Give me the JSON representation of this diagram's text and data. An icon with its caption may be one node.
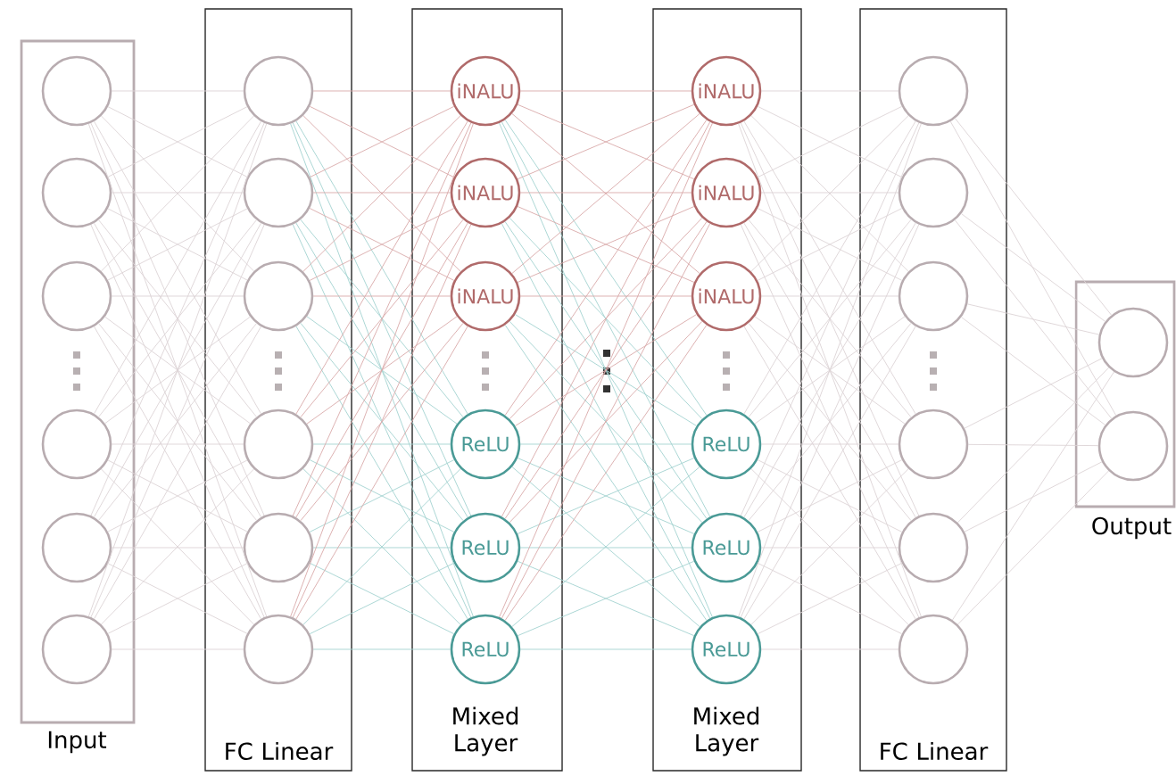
{
  "diagram": {
    "nodes": [
      {
        "text": [
          "Input"
        ]
      },
      {
        "text": [],
        "shape": "circle",
        "in": 0
      },
      {
        "text": [],
        "shape": "circle",
        "in": 0
      },
      {
        "text": [],
        "shape": "circle",
        "in": 0
      },
      {
        "text": [],
        "shape": "circle",
        "in": 0
      },
      {
        "text": [],
        "shape": "circle",
        "in": 0
      },
      {
        "text": [],
        "shape": "circle",
        "in": 0
      },
      {
        "text": [
          "FC Linear"
        ]
      },
      {
        "text": [],
        "shape": "circle",
        "in": 7
      },
      {
        "text": [],
        "shape": "circle",
        "in": 7
      },
      {
        "text": [],
        "shape": "circle",
        "in": 7
      },
      {
        "text": [],
        "shape": "circle",
        "in": 7
      },
      {
        "text": [],
        "shape": "circle",
        "in": 7
      },
      {
        "text": [],
        "shape": "circle",
        "in": 7
      },
      {
        "text": [
          "Mixed Layer"
        ]
      },
      {
        "text": [
          "iNALU"
        ],
        "in": 14
      },
      {
        "text": [
          "iNALU"
        ],
        "in": 14
      },
      {
        "text": [
          "iNALU"
        ],
        "in": 14
      },
      {
        "text": [
          "ReLU"
        ],
        "in": 14
      },
      {
        "text": [
          "ReLU"
        ],
        "in": 14
      },
      {
        "text": [
          "ReLU"
        ],
        "in": 14
      },
      {
        "text": [
          "Mixed Layer"
        ]
      },
      {
        "text": [
          "iNALU"
        ],
        "in": 21
      },
      {
        "text": [
          "iNALU"
        ],
        "in": 21
      },
      {
        "text": [
          "iNALU"
        ],
        "in": 21
      },
      {
        "text": [
          "ReLU"
        ],
        "in": 21
      },
      {
        "text": [
          "ReLU"
        ],
        "in": 21
      },
      {
        "text": [
          "ReLU"
        ],
        "in": 21
      },
      {
        "text": [
          "FC Linear"
        ]
      },
      {
        "text": [],
        "shape": "circle",
        "in": 28
      },
      {
        "text": [],
        "shape": "circle",
        "in": 28
      },
      {
        "text": [],
        "shape": "circle",
        "in": 28
      },
      {
        "text": [],
        "shape": "circle",
        "in": 28
      },
      {
        "text": [],
        "shape": "circle",
        "in": 28
      },
      {
        "text": [],
        "shape": "circle",
        "in": 28
      },
      {
        "text": [
          "Output"
        ]
      },
      {
        "text": [],
        "shape": "circle",
        "in": 35
      },
      {
        "text": [],
        "shape": "circle",
        "in": 35
      }
    ],
    "edges": [
      {
        "from": 1,
        "to": 8,
        "arrow": "none"
      },
      {
        "from": 1,
        "to": 9,
        "arrow": "none"
      },
      {
        "from": 1,
        "to": 10,
        "arrow": "none"
      },
      {
        "from": 1,
        "to": 11,
        "arrow": "none"
      },
      {
        "from": 1,
        "to": 12,
        "arrow": "none"
      },
      {
        "from": 1,
        "to": 13,
        "arrow": "none"
      },
      {
        "from": 2,
        "to": 8,
        "arrow": "none"
      },
      {
        "from": 2,
        "to": 9,
        "arrow": "none"
      },
      {
        "from": 2,
        "to": 10,
        "arrow": "none"
      },
      {
        "from": 2,
        "to": 11,
        "arrow": "none"
      },
      {
        "from": 2,
        "to": 12,
        "arrow": "none"
      },
      {
        "from": 2,
        "to": 13,
        "arrow": "none"
      },
      {
        "from": 3,
        "to": 8,
        "arrow": "none"
      },
      {
        "from": 3,
        "to": 9,
        "arrow": "none"
      },
      {
        "from": 3,
        "to": 10,
        "arrow": "none"
      },
      {
        "from": 3,
        "to": 11,
        "arrow": "none"
      },
      {
        "from": 3,
        "to": 12,
        "arrow": "none"
      },
      {
        "from": 3,
        "to": 13,
        "arrow": "none"
      },
      {
        "from": 4,
        "to": 8,
        "arrow": "none"
      },
      {
        "from": 4,
        "to": 9,
        "arrow": "none"
      },
      {
        "from": 4,
        "to": 10,
        "arrow": "none"
      },
      {
        "from": 4,
        "to": 11,
        "arrow": "none"
      },
      {
        "from": 4,
        "to": 12,
        "arrow": "none"
      },
      {
        "from": 4,
        "to": 13,
        "arrow": "none"
      },
      {
        "from": 5,
        "to": 8,
        "arrow": "none"
      },
      {
        "from": 5,
        "to": 9,
        "arrow": "none"
      },
      {
        "from": 5,
        "to": 10,
        "arrow": "none"
      },
      {
        "from": 5,
        "to": 11,
        "arrow": "none"
      },
      {
        "from": 5,
        "to": 12,
        "arrow": "none"
      },
      {
        "from": 5,
        "to": 13,
        "arrow": "none"
      },
      {
        "from": 6,
        "to": 8,
        "arrow": "none"
      },
      {
        "from": 6,
        "to": 9,
        "arrow": "none"
      },
      {
        "from": 6,
        "to": 10,
        "arrow": "none"
      },
      {
        "from": 6,
        "to": 11,
        "arrow": "none"
      },
      {
        "from": 6,
        "to": 12,
        "arrow": "none"
      },
      {
        "from": 6,
        "to": 13,
        "arrow": "none"
      },
      {
        "from": 8,
        "to": 15,
        "arrow": "none",
        "color": "#d9a9a9"
      },
      {
        "from": 8,
        "to": 16,
        "arrow": "none",
        "color": "#d9a9a9"
      },
      {
        "from": 8,
        "to": 17,
        "arrow": "none",
        "color": "#d9a9a9"
      },
      {
        "from": 8,
        "to": 18,
        "arrow": "none",
        "color": "#a3d3d0"
      },
      {
        "from": 8,
        "to": 19,
        "arrow": "none",
        "color": "#a3d3d0"
      },
      {
        "from": 8,
        "to": 20,
        "arrow": "none",
        "color": "#a3d3d0"
      },
      {
        "from": 9,
        "to": 15,
        "arrow": "none",
        "color": "#d9a9a9"
      },
      {
        "from": 9,
        "to": 16,
        "arrow": "none",
        "color": "#d9a9a9"
      },
      {
        "from": 9,
        "to": 17,
        "arrow": "none",
        "color": "#d9a9a9"
      },
      {
        "from": 9,
        "to": 18,
        "arrow": "none",
        "color": "#a3d3d0"
      },
      {
        "from": 9,
        "to": 19,
        "arrow": "none",
        "color": "#a3d3d0"
      },
      {
        "from": 9,
        "to": 20,
        "arrow": "none",
        "color": "#a3d3d0"
      },
      {
        "from": 10,
        "to": 15,
        "arrow": "none",
        "color": "#d9a9a9"
      },
      {
        "from": 10,
        "to": 16,
        "arrow": "none",
        "color": "#d9a9a9"
      },
      {
        "from": 10,
        "to": 17,
        "arrow": "none",
        "color": "#d9a9a9"
      },
      {
        "from": 10,
        "to": 18,
        "arrow": "none",
        "color": "#a3d3d0"
      },
      {
        "from": 10,
        "to": 19,
        "arrow": "none",
        "color": "#a3d3d0"
      },
      {
        "from": 10,
        "to": 20,
        "arrow": "none",
        "color": "#a3d3d0"
      },
      {
        "from": 11,
        "to": 15,
        "arrow": "none",
        "color": "#d9a9a9"
      },
      {
        "from": 11,
        "to": 16,
        "arrow": "none",
        "color": "#d9a9a9"
      },
      {
        "from": 11,
        "to": 17,
        "arrow": "none",
        "color": "#d9a9a9"
      },
      {
        "from": 11,
        "to": 18,
        "arrow": "none",
        "color": "#a3d3d0"
      },
      {
        "from": 11,
        "to": 19,
        "arrow": "none",
        "color": "#a3d3d0"
      },
      {
        "from": 11,
        "to": 20,
        "arrow": "none",
        "color": "#a3d3d0"
      },
      {
        "from": 12,
        "to": 15,
        "arrow": "none",
        "color": "#d9a9a9"
      },
      {
        "from": 12,
        "to": 16,
        "arrow": "none",
        "color": "#d9a9a9"
      },
      {
        "from": 12,
        "to": 17,
        "arrow": "none",
        "color": "#d9a9a9"
      },
      {
        "from": 12,
        "to": 18,
        "arrow": "none",
        "color": "#a3d3d0"
      },
      {
        "from": 12,
        "to": 19,
        "arrow": "none",
        "color": "#a3d3d0"
      },
      {
        "from": 12,
        "to": 20,
        "arrow": "none",
        "color": "#a3d3d0"
      },
      {
        "from": 13,
        "to": 15,
        "arrow": "none",
        "color": "#d9a9a9"
      },
      {
        "from": 13,
        "to": 16,
        "arrow": "none",
        "color": "#d9a9a9"
      },
      {
        "from": 13,
        "to": 17,
        "arrow": "none",
        "color": "#d9a9a9"
      },
      {
        "from": 13,
        "to": 18,
        "arrow": "none",
        "color": "#a3d3d0"
      },
      {
        "from": 13,
        "to": 19,
        "arrow": "none",
        "color": "#a3d3d0"
      },
      {
        "from": 13,
        "to": 20,
        "arrow": "none",
        "color": "#a3d3d0"
      },
      {
        "from": 15,
        "to": 22,
        "arrow": "none",
        "color": "#d9a9a9"
      },
      {
        "from": 15,
        "to": 23,
        "arrow": "none",
        "color": "#d9a9a9"
      },
      {
        "from": 15,
        "to": 24,
        "arrow": "none",
        "color": "#d9a9a9"
      },
      {
        "from": 15,
        "to": 25,
        "arrow": "none",
        "color": "#a3d3d0"
      },
      {
        "from": 15,
        "to": 26,
        "arrow": "none",
        "color": "#a3d3d0"
      },
      {
        "from": 15,
        "to": 27,
        "arrow": "none",
        "color": "#a3d3d0"
      },
      {
        "from": 16,
        "to": 22,
        "arrow": "none",
        "color": "#d9a9a9"
      },
      {
        "from": 16,
        "to": 23,
        "arrow": "none",
        "color": "#d9a9a9"
      },
      {
        "from": 16,
        "to": 24,
        "arrow": "none",
        "color": "#d9a9a9"
      },
      {
        "from": 16,
        "to": 25,
        "arrow": "none",
        "color": "#a3d3d0"
      },
      {
        "from": 16,
        "to": 26,
        "arrow": "none",
        "color": "#a3d3d0"
      },
      {
        "from": 16,
        "to": 27,
        "arrow": "none",
        "color": "#a3d3d0"
      },
      {
        "from": 17,
        "to": 22,
        "arrow": "none",
        "color": "#d9a9a9"
      },
      {
        "from": 17,
        "to": 23,
        "arrow": "none",
        "color": "#d9a9a9"
      },
      {
        "from": 17,
        "to": 24,
        "arrow": "none",
        "color": "#d9a9a9"
      },
      {
        "from": 17,
        "to": 25,
        "arrow": "none",
        "color": "#a3d3d0"
      },
      {
        "from": 17,
        "to": 26,
        "arrow": "none",
        "color": "#a3d3d0"
      },
      {
        "from": 17,
        "to": 27,
        "arrow": "none",
        "color": "#a3d3d0"
      },
      {
        "from": 18,
        "to": 22,
        "arrow": "none",
        "color": "#d9a9a9"
      },
      {
        "from": 18,
        "to": 23,
        "arrow": "none",
        "color": "#d9a9a9"
      },
      {
        "from": 18,
        "to": 24,
        "arrow": "none",
        "color": "#d9a9a9"
      },
      {
        "from": 18,
        "to": 25,
        "arrow": "none",
        "color": "#a3d3d0"
      },
      {
        "from": 18,
        "to": 26,
        "arrow": "none",
        "color": "#a3d3d0"
      },
      {
        "from": 18,
        "to": 27,
        "arrow": "none",
        "color": "#a3d3d0"
      },
      {
        "from": 19,
        "to": 22,
        "arrow": "none",
        "color": "#d9a9a9"
      },
      {
        "from": 19,
        "to": 23,
        "arrow": "none",
        "color": "#d9a9a9"
      },
      {
        "from": 19,
        "to": 24,
        "arrow": "none",
        "color": "#d9a9a9"
      },
      {
        "from": 19,
        "to": 25,
        "arrow": "none",
        "color": "#a3d3d0"
      },
      {
        "from": 19,
        "to": 26,
        "arrow": "none",
        "color": "#a3d3d0"
      },
      {
        "from": 19,
        "to": 27,
        "arrow": "none",
        "color": "#a3d3d0"
      },
      {
        "from": 20,
        "to": 22,
        "arrow": "none",
        "color": "#d9a9a9"
      },
      {
        "from": 20,
        "to": 23,
        "arrow": "none",
        "color": "#d9a9a9"
      },
      {
        "from": 20,
        "to": 24,
        "arrow": "none",
        "color": "#d9a9a9"
      },
      {
        "from": 20,
        "to": 25,
        "arrow": "none",
        "color": "#a3d3d0"
      },
      {
        "from": 20,
        "to": 26,
        "arrow": "none",
        "color": "#a3d3d0"
      },
      {
        "from": 20,
        "to": 27,
        "arrow": "none",
        "color": "#a3d3d0"
      },
      {
        "from": 22,
        "to": 29,
        "arrow": "none"
      },
      {
        "from": 22,
        "to": 30,
        "arrow": "none"
      },
      {
        "from": 22,
        "to": 31,
        "arrow": "none"
      },
      {
        "from": 22,
        "to": 32,
        "arrow": "none"
      },
      {
        "from": 22,
        "to": 33,
        "arrow": "none"
      },
      {
        "from": 22,
        "to": 34,
        "arrow": "none"
      },
      {
        "from": 23,
        "to": 29,
        "arrow": "none"
      },
      {
        "from": 23,
        "to": 30,
        "arrow": "none"
      },
      {
        "from": 23,
        "to": 31,
        "arrow": "none"
      },
      {
        "from": 23,
        "to": 32,
        "arrow": "none"
      },
      {
        "from": 23,
        "to": 33,
        "arrow": "none"
      },
      {
        "from": 23,
        "to": 34,
        "arrow": "none"
      },
      {
        "from": 24,
        "to": 29,
        "arrow": "none"
      },
      {
        "from": 24,
        "to": 30,
        "arrow": "none"
      },
      {
        "from": 24,
        "to": 31,
        "arrow": "none"
      },
      {
        "from": 24,
        "to": 32,
        "arrow": "none"
      },
      {
        "from": 24,
        "to": 33,
        "arrow": "none"
      },
      {
        "from": 24,
        "to": 34,
        "arrow": "none"
      },
      {
        "from": 25,
        "to": 29,
        "arrow": "none"
      },
      {
        "from": 25,
        "to": 30,
        "arrow": "none"
      },
      {
        "from": 25,
        "to": 31,
        "arrow": "none"
      },
      {
        "from": 25,
        "to": 32,
        "arrow": "none"
      },
      {
        "from": 25,
        "to": 33,
        "arrow": "none"
      },
      {
        "from": 25,
        "to": 34,
        "arrow": "none"
      },
      {
        "from": 26,
        "to": 29,
        "arrow": "none"
      },
      {
        "from": 26,
        "to": 30,
        "arrow": "none"
      },
      {
        "from": 26,
        "to": 31,
        "arrow": "none"
      },
      {
        "from": 26,
        "to": 32,
        "arrow": "none"
      },
      {
        "from": 26,
        "to": 33,
        "arrow": "none"
      },
      {
        "from": 26,
        "to": 34,
        "arrow": "none"
      },
      {
        "from": 27,
        "to": 29,
        "arrow": "none"
      },
      {
        "from": 27,
        "to": 30,
        "arrow": "none"
      },
      {
        "from": 27,
        "to": 31,
        "arrow": "none"
      },
      {
        "from": 27,
        "to": 32,
        "arrow": "none"
      },
      {
        "from": 27,
        "to": 33,
        "arrow": "none"
      },
      {
        "from": 27,
        "to": 34,
        "arrow": "none"
      },
      {
        "from": 29,
        "to": 36,
        "arrow": "none"
      },
      {
        "from": 29,
        "to": 37,
        "arrow": "none"
      },
      {
        "from": 30,
        "to": 36,
        "arrow": "none"
      },
      {
        "from": 30,
        "to": 37,
        "arrow": "none"
      },
      {
        "from": 31,
        "to": 36,
        "arrow": "none"
      },
      {
        "from": 31,
        "to": 37,
        "arrow": "none"
      },
      {
        "from": 32,
        "to": 36,
        "arrow": "none"
      },
      {
        "from": 32,
        "to": 37,
        "arrow": "none"
      },
      {
        "from": 33,
        "to": 36,
        "arrow": "none"
      },
      {
        "from": 33,
        "to": 37,
        "arrow": "none"
      },
      {
        "from": 34,
        "to": 36,
        "arrow": "none"
      },
      {
        "from": 34,
        "to": 37,
        "arrow": "none"
      }
    ]
  }
}
